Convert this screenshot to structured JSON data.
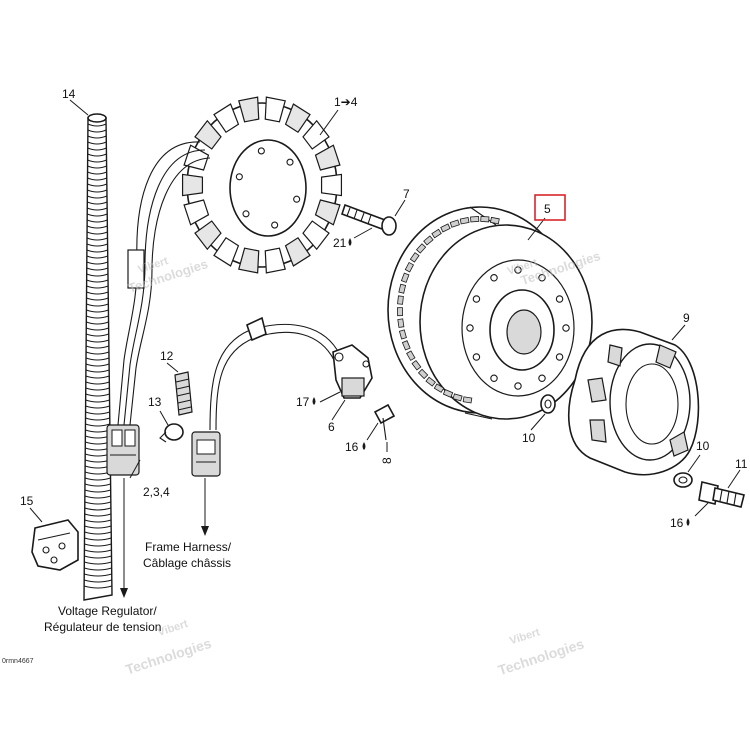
{
  "callouts": {
    "c14": "14",
    "c1_4": "1➔4",
    "c7": "7",
    "c21": "21",
    "c5": "5",
    "c9": "9",
    "c12": "12",
    "c13": "13",
    "c17": "17",
    "c6": "6",
    "c16a": "16",
    "c8": "8",
    "c10a": "10",
    "c10b": "10",
    "c11": "11",
    "c16b": "16",
    "c15": "15",
    "c234": "2,3,4"
  },
  "captions": {
    "frame_harness_en": "Frame Harness/",
    "frame_harness_fr": "Câblage châssis",
    "voltage_regulator_en": "Voltage Regulator/",
    "voltage_regulator_fr": "Régulateur de tension"
  },
  "figure_code": "0rmn4667",
  "watermark": {
    "line1": "Vibert",
    "line2": "Technologies"
  },
  "colors": {
    "highlight_box": "#d9262b",
    "line": "#1a1a1a",
    "watermark": "#bfbfbf"
  }
}
